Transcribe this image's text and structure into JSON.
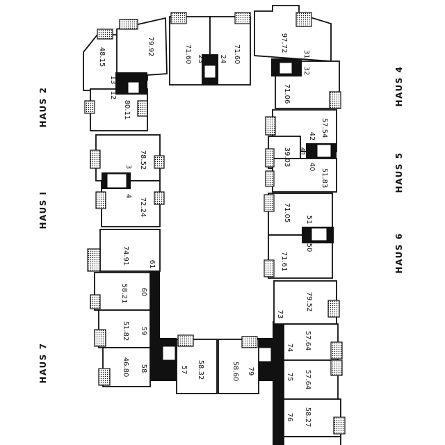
{
  "houses": [
    {
      "id": "haus1",
      "label": "HAUS I"
    },
    {
      "id": "haus2",
      "label": "HAUS 2"
    },
    {
      "id": "haus4",
      "label": "HAUS 4"
    },
    {
      "id": "haus5",
      "label": "HAUS 5"
    },
    {
      "id": "haus6",
      "label": "HAUS 6"
    },
    {
      "id": "haus7",
      "label": "HAUS 7"
    }
  ],
  "apartments": [
    {
      "no": "12",
      "area": "80.11"
    },
    {
      "no": "13",
      "area": "48.15"
    },
    {
      "no": "14",
      "area": "79.92"
    },
    {
      "no": "23",
      "area": "71.60"
    },
    {
      "no": "24",
      "area": "71.60"
    },
    {
      "no": "31",
      "area": "97.72"
    },
    {
      "no": "32",
      "area": "71.06"
    },
    {
      "no": "3",
      "area": "78.52"
    },
    {
      "no": "4",
      "area": "72.24"
    },
    {
      "no": "40",
      "area": "51.83"
    },
    {
      "no": "41",
      "area": "39.03"
    },
    {
      "no": "42",
      "area": "57.54"
    },
    {
      "no": "50",
      "area": "71.61"
    },
    {
      "no": "51",
      "area": "71.05"
    },
    {
      "no": "61",
      "area": "74.91"
    },
    {
      "no": "60",
      "area": "58.21"
    },
    {
      "no": "59",
      "area": "51.82"
    },
    {
      "no": "58",
      "area": "46.80"
    },
    {
      "no": "57",
      "area": "58.32"
    },
    {
      "no": "79",
      "area": "58.60"
    },
    {
      "no": "73",
      "area": "79.52"
    },
    {
      "no": "74",
      "area": "57.64"
    },
    {
      "no": "75",
      "area": "57.64"
    },
    {
      "no": "76",
      "area": "58.27"
    }
  ]
}
